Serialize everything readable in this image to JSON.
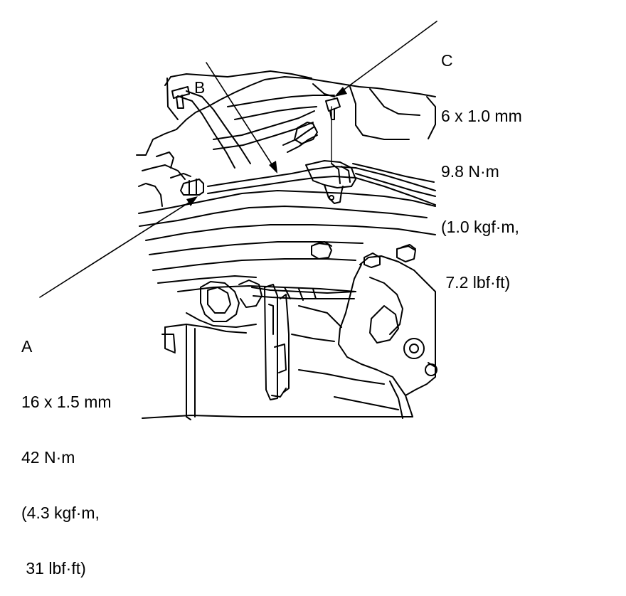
{
  "callouts": {
    "a": {
      "letter": "A",
      "lines": [
        "16 x 1.5 mm",
        "42 N·m",
        "(4.3 kgf·m,",
        " 31 lbf·ft)"
      ]
    },
    "b": {
      "letter": "B"
    },
    "c": {
      "letter": "C",
      "lines": [
        "6 x 1.0 mm",
        "9.8 N·m",
        "(1.0 kgf·m,",
        " 7.2 lbf·ft)"
      ]
    }
  }
}
